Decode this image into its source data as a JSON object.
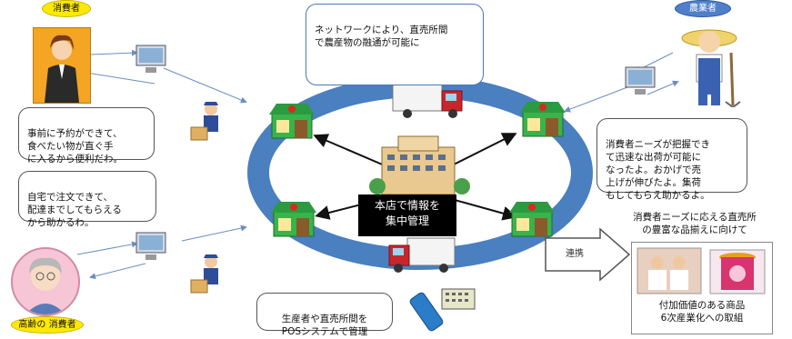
{
  "labels": {
    "consumer": "消費者",
    "producer": "農業者",
    "elderly": "高齢の 消費者",
    "link": "連携"
  },
  "bubbles": {
    "network": "ネットワークにより、直売所間\nで農産物の融通が可能に",
    "consumer": "事前に予約ができて、\n食べたい物が直ぐ手\nに入るから便利だわ。",
    "elderly": "自宅で注文できて、\n配達までしてもらえる\nから助かるわ。",
    "producer": "消費者ニーズが把握でき\nて迅速な出荷が可能に\nなったよ。おかげで売\n上げが伸びたよ。集荷\nもしてもらえ助かるよ。",
    "pos": "生産者や直売所間を\nPOSシステムで管理"
  },
  "center_label": "本店で情報を\n集中管理",
  "right_panel": {
    "heading": "消費者ニーズに応える直売所\nの豊富な品揃えに向けて",
    "caption": "付加価値のある商品\n6次産業化への取組"
  },
  "colors": {
    "ring": "#4a7fc0",
    "consumer_tag": "#ffe900",
    "producer_tag": "#4f7fc9",
    "store_green": "#37b44a",
    "store_roof": "#2c9a40"
  }
}
